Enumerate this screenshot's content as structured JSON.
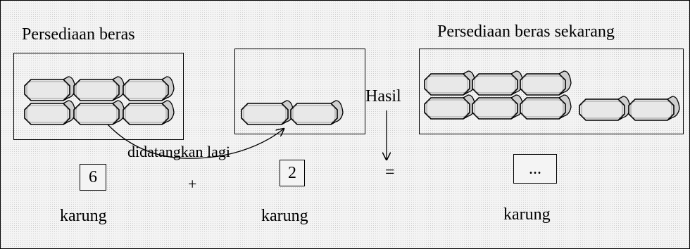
{
  "left": {
    "title": "Persediaan beras",
    "count": "6",
    "unit": "karung"
  },
  "middle": {
    "arrow_label": "didatangkan lagi",
    "count": "2",
    "unit": "karung"
  },
  "right": {
    "title": "Persediaan beras sekarang",
    "result_label": "Hasil",
    "count": "...",
    "unit": "karung"
  },
  "operators": {
    "plus": "+",
    "equals": "="
  },
  "colors": {
    "sack_fill": "#e8e8e8",
    "outline": "#000000"
  }
}
